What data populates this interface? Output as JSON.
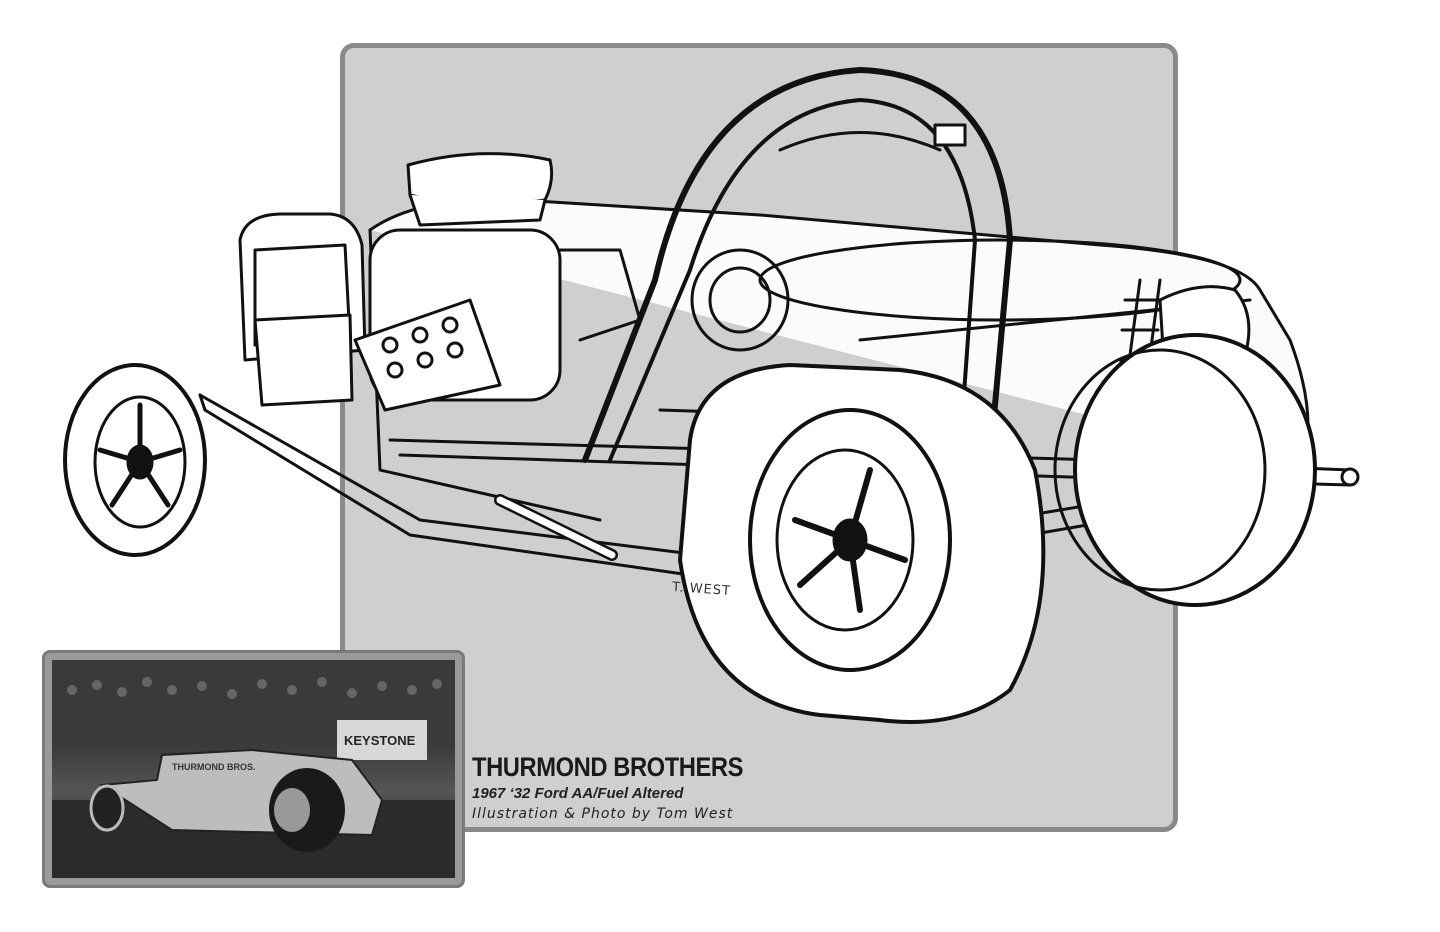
{
  "caption": {
    "title": "THURMOND BROTHERS",
    "subtitle": "1967 ‘32 Ford AA/Fuel Altered",
    "credit": "Illustration & Photo by Tom West"
  },
  "signature": "T. WEST",
  "photo": {
    "door_lettering": "THURMOND BROS.",
    "banner_lettering": "KEYSTONE"
  },
  "colors": {
    "panel": "#cfcfcf",
    "panel_border": "#8a8a8a",
    "ink": "#111111"
  }
}
